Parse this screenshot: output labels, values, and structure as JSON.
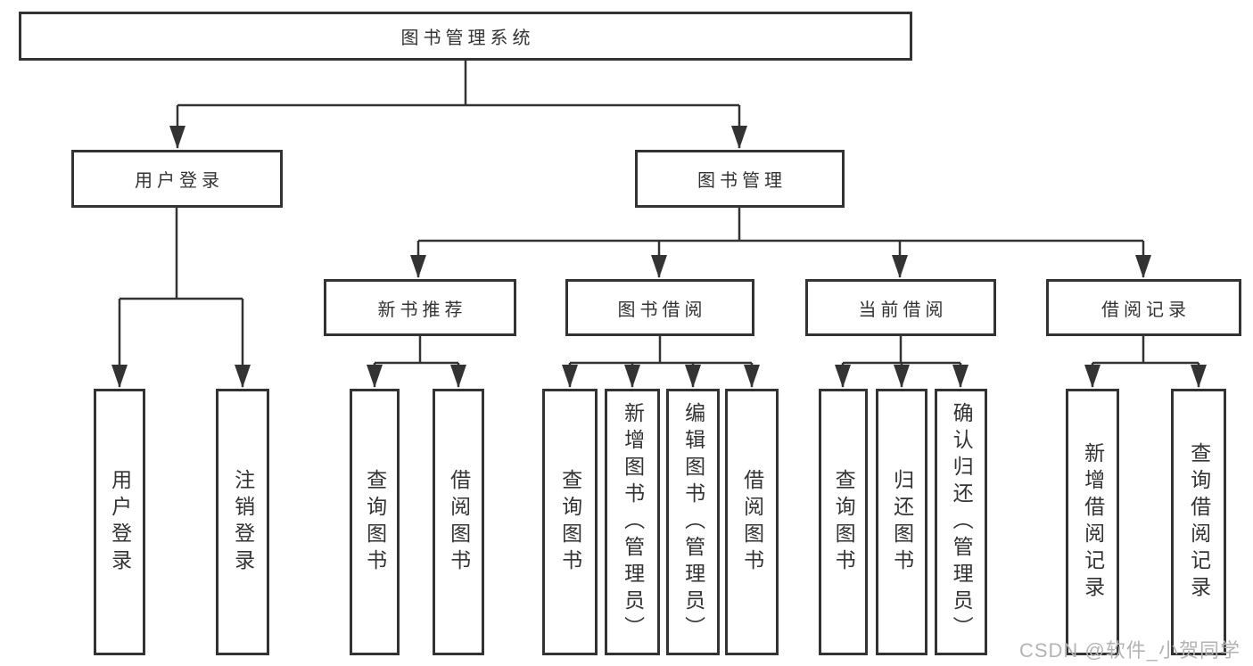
{
  "tree": {
    "root": {
      "label": "图书管理系统"
    },
    "branches": [
      {
        "label": "用户登录",
        "children": [
          {
            "label": "用户登录"
          },
          {
            "label": "注销登录"
          }
        ]
      },
      {
        "label": "图书管理",
        "children": [
          {
            "label": "新书推荐",
            "children": [
              {
                "label": "查询图书"
              },
              {
                "label": "借阅图书"
              }
            ]
          },
          {
            "label": "图书借阅",
            "children": [
              {
                "label": "查询图书"
              },
              {
                "label": "新增图书（管理员）"
              },
              {
                "label": "编辑图书（管理员）"
              },
              {
                "label": "借阅图书"
              }
            ]
          },
          {
            "label": "当前借阅",
            "children": [
              {
                "label": "查询图书"
              },
              {
                "label": "归还图书"
              },
              {
                "label": "确认归还（管理员）"
              }
            ]
          },
          {
            "label": "借阅记录",
            "children": [
              {
                "label": "新增借阅记录"
              },
              {
                "label": "查询借阅记录"
              }
            ]
          }
        ]
      }
    ]
  },
  "watermark": {
    "text": "CSDN @软件_小贺同学"
  },
  "colors": {
    "line": "#333333",
    "box_border": "#333333",
    "text": "#333333",
    "background": "#ffffff",
    "watermark": "#b4b4b4"
  }
}
